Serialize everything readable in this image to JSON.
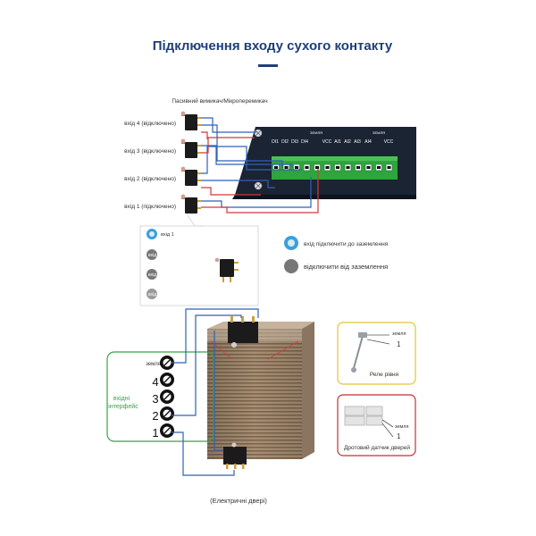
{
  "title": "Підключення входу сухого контакту",
  "top_label": "Пасивний вимикач/Мікроперемикач",
  "switch_labels": [
    "вхід 4 (відключено)",
    "вхід 3 (відключено)",
    "вхід 2 (відключено)",
    "вхід 1 (підключено)"
  ],
  "board": {
    "gnd_left": "ЗЕМЛЯ",
    "gnd_right": "ЗЕМЛЯ",
    "terminals": [
      "DI1",
      "DI2",
      "DI3",
      "DI4",
      "VCC",
      "AI1",
      "AI2",
      "AI3",
      "AI4",
      "VCC"
    ]
  },
  "legend_box": {
    "items": [
      "вхід 1",
      "вхід 2",
      "вхід 3",
      "вхід 4"
    ]
  },
  "legend_side": {
    "connect": "вхід підключити до заземлення",
    "disconnect": "відключити від заземлення"
  },
  "interface": {
    "label_line1": "вхідні",
    "label_line2": "інтерфейс",
    "gnd": "земля",
    "numbers": [
      "4",
      "3",
      "2",
      "1"
    ]
  },
  "relay_box": {
    "gnd": "земля",
    "num": "1",
    "caption": "Реле рівня"
  },
  "door_box": {
    "gnd": "земля",
    "num": "1",
    "caption": "Дротовий датчик дверей"
  },
  "bottom_caption": "(Електричні двері)",
  "colors": {
    "title": "#1f3f7a",
    "accent": "#1f3f7a",
    "board": "#1b2433",
    "terminal": "#2fa53d",
    "wire_blue": "#2f62b7",
    "wire_red": "#d2383a",
    "interface_border": "#3aa04a",
    "relay_border": "#e3c43a",
    "door_border": "#c42f35",
    "legend_connect": "#3aa0dc",
    "legend_disconnect": "#777777"
  }
}
